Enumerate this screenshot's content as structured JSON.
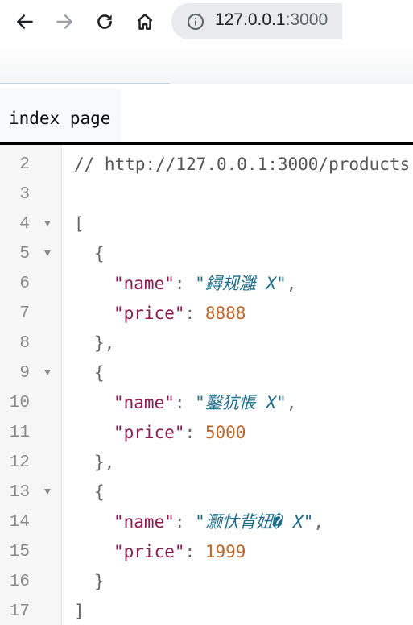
{
  "browser": {
    "url_host": "127.0.0.1",
    "url_port": ":3000"
  },
  "page": {
    "title": "index page"
  },
  "editor": {
    "lines": [
      {
        "num": "2",
        "comment": "// http://127.0.0.1:3000/products"
      },
      {
        "num": "3"
      },
      {
        "num": "4",
        "text": "["
      },
      {
        "num": "5",
        "text": "{"
      },
      {
        "num": "6",
        "key": "\"name\"",
        "value": "\"鐞规灉 X\""
      },
      {
        "num": "7",
        "key": "\"price\"",
        "value": "8888"
      },
      {
        "num": "8",
        "text": "},"
      },
      {
        "num": "9",
        "text": "{"
      },
      {
        "num": "10",
        "key": "\"name\"",
        "value": "\"鑿犺悵 X\""
      },
      {
        "num": "11",
        "key": "\"price\"",
        "value": "5000"
      },
      {
        "num": "12",
        "text": "},"
      },
      {
        "num": "13",
        "text": "{"
      },
      {
        "num": "14",
        "key": "\"name\"",
        "value": "\"灏忕背妞� X\""
      },
      {
        "num": "15",
        "key": "\"price\"",
        "value": "1999"
      },
      {
        "num": "16",
        "text": "}"
      },
      {
        "num": "17",
        "text": "]"
      }
    ]
  }
}
